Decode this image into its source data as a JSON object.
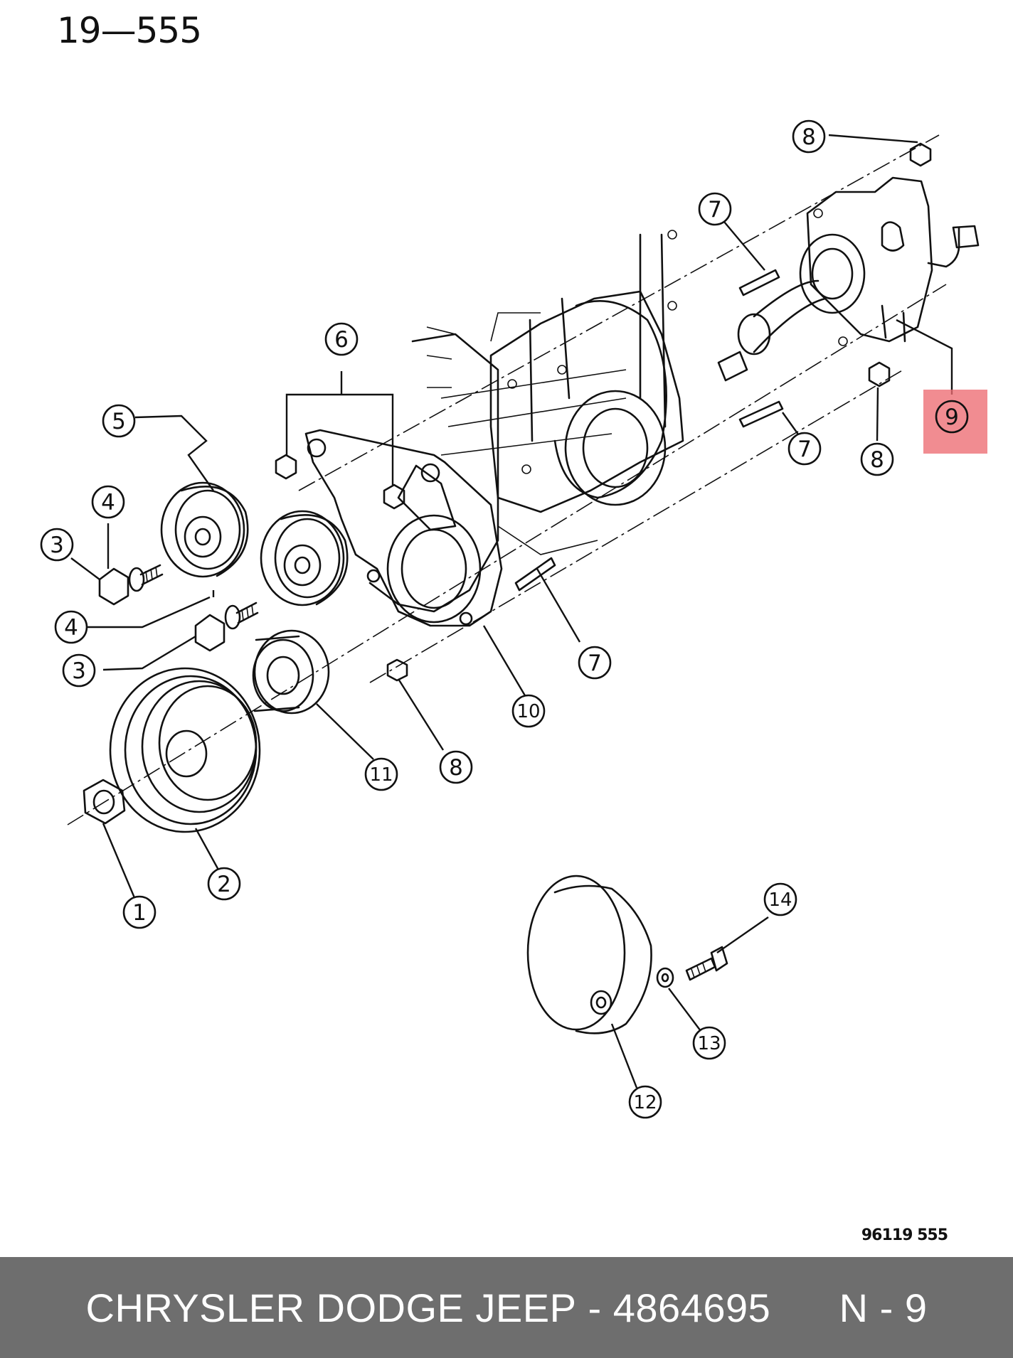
{
  "header": {
    "page_ref": "19—555"
  },
  "diagram": {
    "figure_code": "96119 555",
    "highlighted_callout": "9",
    "callouts": [
      {
        "id": "c1",
        "label": "1"
      },
      {
        "id": "c2",
        "label": "2"
      },
      {
        "id": "c3a",
        "label": "3"
      },
      {
        "id": "c3b",
        "label": "3"
      },
      {
        "id": "c4a",
        "label": "4"
      },
      {
        "id": "c4b",
        "label": "4"
      },
      {
        "id": "c5",
        "label": "5"
      },
      {
        "id": "c6",
        "label": "6"
      },
      {
        "id": "c7a",
        "label": "7"
      },
      {
        "id": "c7b",
        "label": "7"
      },
      {
        "id": "c7c",
        "label": "7"
      },
      {
        "id": "c8a",
        "label": "8"
      },
      {
        "id": "c8b",
        "label": "8"
      },
      {
        "id": "c8c",
        "label": "8"
      },
      {
        "id": "c9",
        "label": "9"
      },
      {
        "id": "c10",
        "label": "10"
      },
      {
        "id": "c11",
        "label": "11"
      },
      {
        "id": "c12",
        "label": "12"
      },
      {
        "id": "c13",
        "label": "13"
      },
      {
        "id": "c14",
        "label": "14"
      }
    ],
    "highlight_color": "#ed6b72"
  },
  "footer": {
    "brand": "CHRYSLER DODGE JEEP",
    "separator": "-",
    "part_number": "4864695",
    "position_ref": "N - 9",
    "background_color": "#6e6e6e"
  }
}
